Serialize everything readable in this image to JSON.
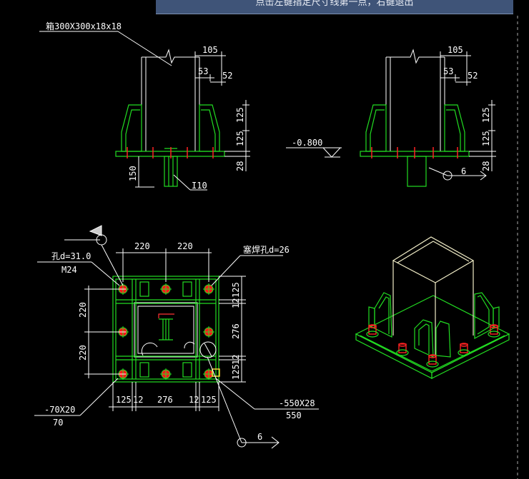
{
  "prompt": {
    "text": "点击左键指定尺寸线第一点，右键退出"
  },
  "elevation_left": {
    "section_label": "箱300X300x18x18",
    "dims": {
      "d105": "105",
      "d53": "53",
      "d52": "52",
      "d125a": "125",
      "d125b": "125",
      "d28": "28",
      "d150": "150"
    },
    "beam_label": "I10"
  },
  "elevation_right": {
    "level": "-0.800",
    "dims": {
      "d105": "105",
      "d53": "53",
      "d52": "52",
      "d125a": "125",
      "d125b": "125",
      "d28": "28"
    },
    "weld": "6"
  },
  "plan": {
    "hole_label": "孔d=31.0",
    "bolt_label": "M24",
    "plug_label": "塞焊孔d=26",
    "top_dims": [
      "220",
      "220"
    ],
    "left_dims": [
      "220",
      "220"
    ],
    "right_dims": [
      "125",
      "12",
      "276",
      "12",
      "125"
    ],
    "bottom_dims": [
      "125",
      "12",
      "276",
      "12",
      "125"
    ],
    "stiffener_label": "-70X20",
    "stiffener_sub": "70",
    "plate_label": "-550X28",
    "plate_sub": "550",
    "weld": "6"
  },
  "colors": {
    "background": "#000000",
    "lines": "#ffffff",
    "plate": "#22dd22",
    "bolt": "#ff1a1a",
    "iso": "#f2eec8",
    "accent": "#ff3333"
  }
}
